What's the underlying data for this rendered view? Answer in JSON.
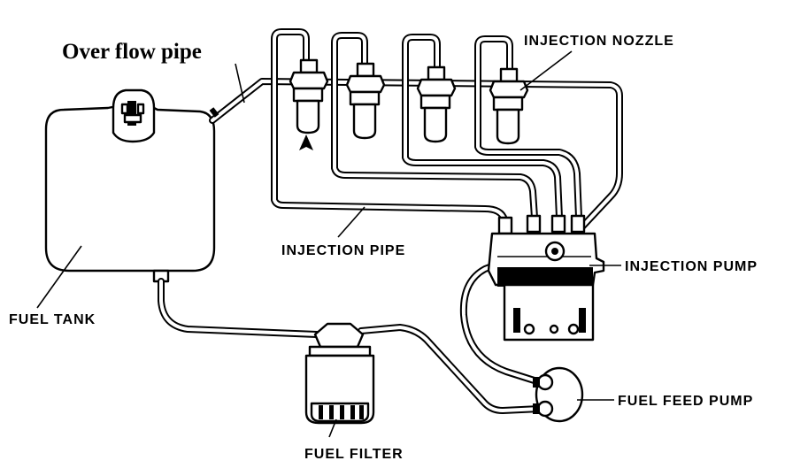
{
  "diagram": {
    "labels": {
      "over_flow_pipe": "Over flow pipe",
      "injection_nozzle": "INJECTION NOZZLE",
      "injection_pipe": "INJECTION PIPE",
      "injection_pump": "INJECTION PUMP",
      "fuel_tank": "FUEL TANK",
      "fuel_feed_pump": "FUEL FEED PUMP",
      "fuel_filter": "FUEL FILTER"
    },
    "colors": {
      "line": "#000000",
      "background": "#ffffff"
    }
  }
}
